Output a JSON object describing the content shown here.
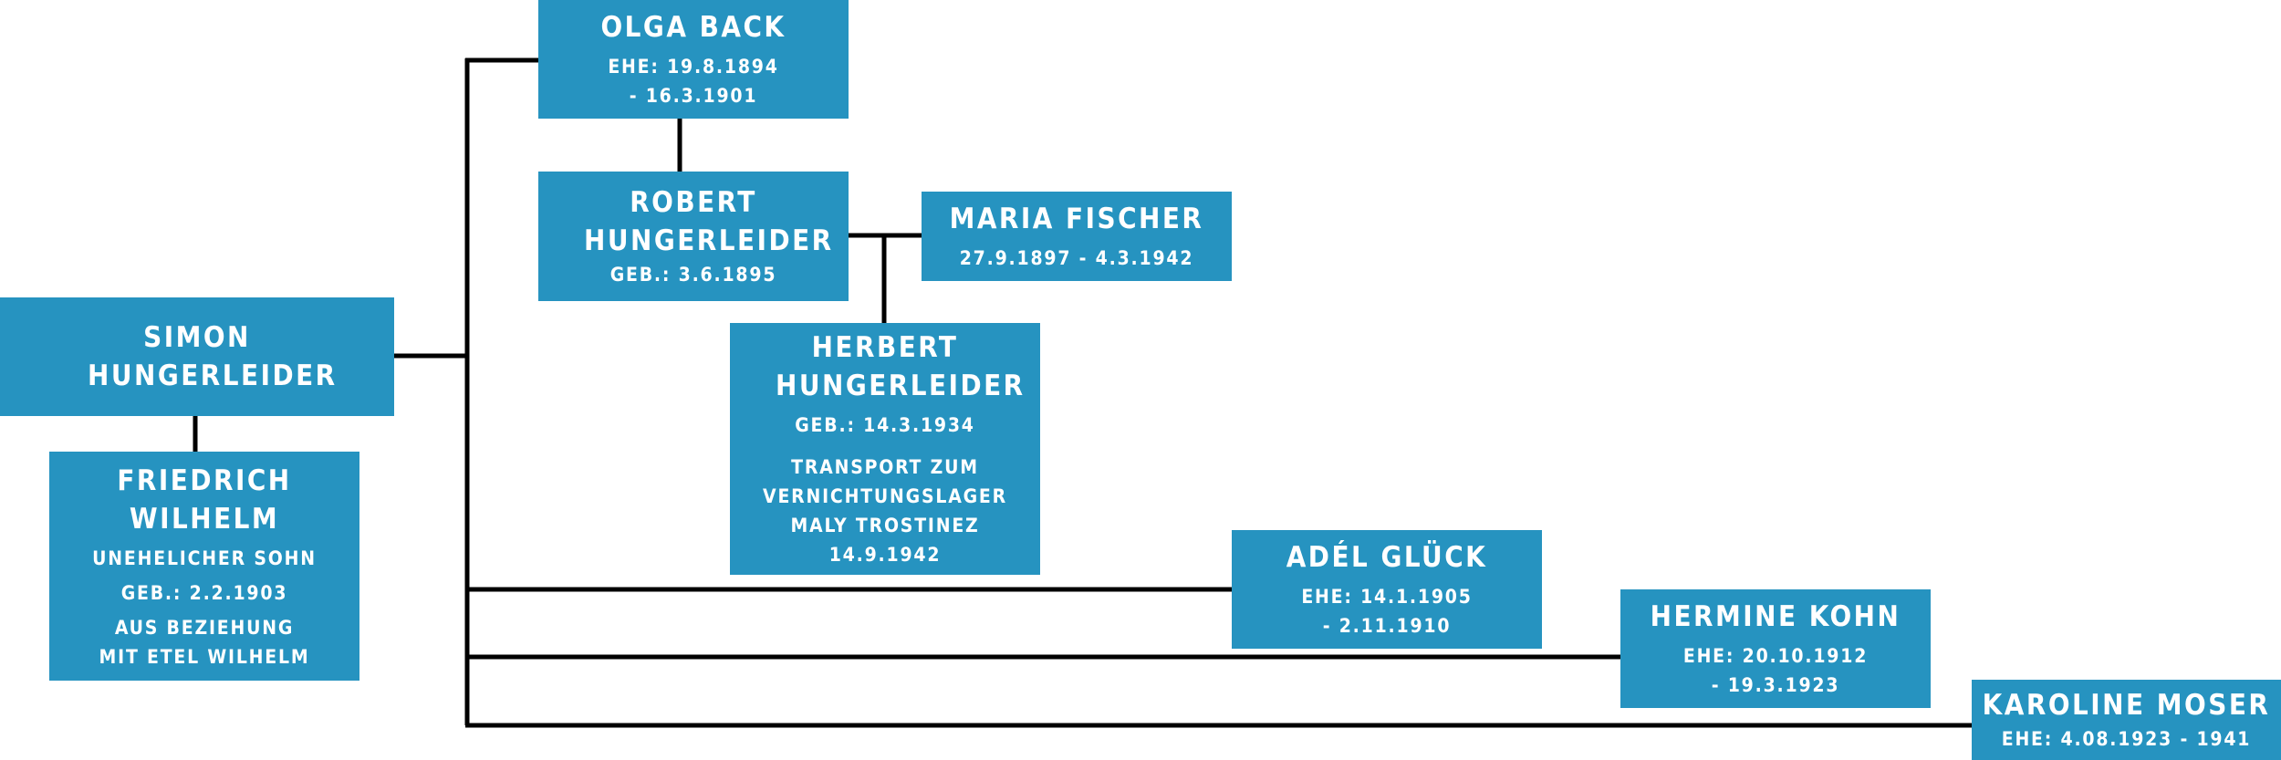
{
  "persons": {
    "olga": {
      "name": "OLGA BACK",
      "marriage": "EHE: 19.8.1894 - 16.3.1901"
    },
    "robert": {
      "name": "ROBERT HUNGERLEIDER",
      "birth": "GEB.: 3.6.1895"
    },
    "maria": {
      "name": "MARIA FISCHER",
      "dates": "27.9.1897 - 4.3.1942"
    },
    "herbert": {
      "name": "HERBERT HUNGERLEIDER",
      "birth": "GEB.: 14.3.1934",
      "note": "TRANSPORT ZUM VERNICHTUNGSLAGER MALY TROSTINEZ 14.9.1942"
    },
    "simon": {
      "name": "SIMON HUNGERLEIDER"
    },
    "friedrich": {
      "name": "FRIEDRICH WILHELM",
      "status": "UNEHELICHER SOHN",
      "birth": "GEB.: 2.2.1903",
      "note": "AUS BEZIEHUNG MIT ETEL WILHELM"
    },
    "adel": {
      "name": "ADÉL GLÜCK",
      "marriage": "EHE: 14.1.1905 - 2.11.1910"
    },
    "hermine": {
      "name": "HERMINE KOHN",
      "marriage": "EHE: 20.10.1912 - 19.3.1923"
    },
    "karoline": {
      "name": "KAROLINE MOSER",
      "marriage": "EHE: 4.08.1923 - 1941"
    }
  },
  "colors": {
    "box": "#2693c0",
    "text": "#ffffff",
    "line": "#000000"
  }
}
